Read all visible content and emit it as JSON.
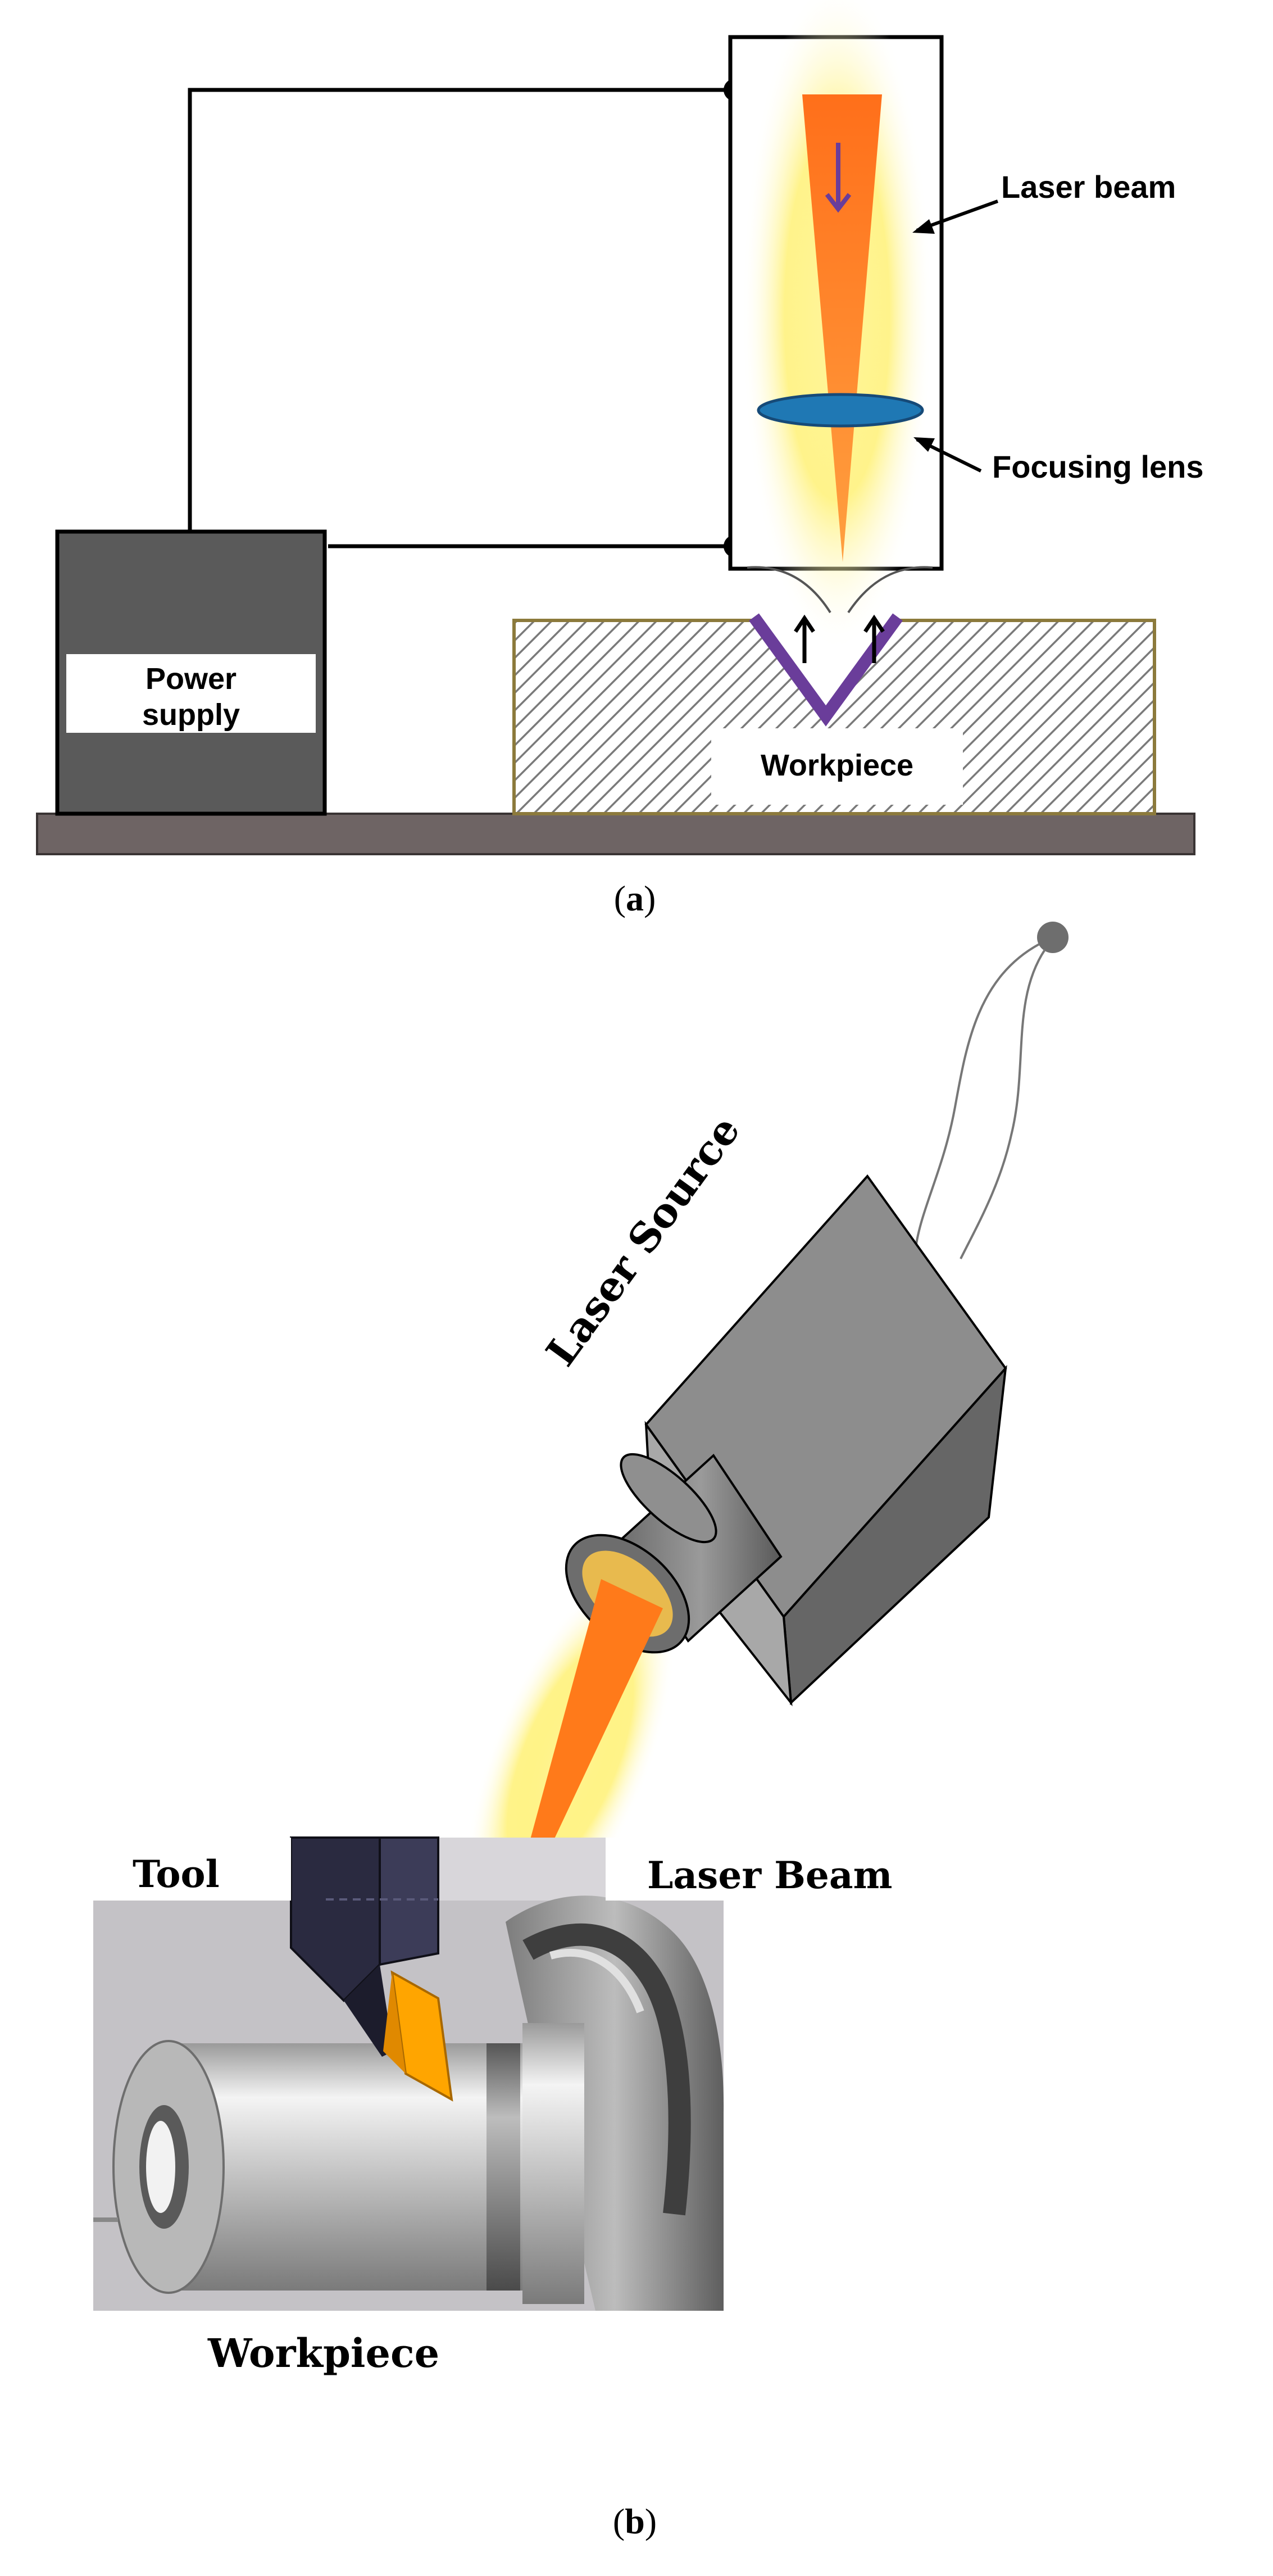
{
  "panel_a": {
    "labels": {
      "laser_beam": "Laser beam",
      "focusing_lens": "Focusing lens",
      "power_supply_line1": "Power",
      "power_supply_line2": "supply",
      "workpiece": "Workpiece"
    },
    "caption_open": "(",
    "caption_letter": "a",
    "caption_close": ")"
  },
  "panel_b": {
    "labels": {
      "laser_source": "Laser Source",
      "tool": "Tool",
      "laser_beam": "Laser Beam",
      "workpiece": "Workpiece"
    },
    "caption_open": "(",
    "caption_letter": "b",
    "caption_close": ")"
  },
  "colors": {
    "beam_orange": "#ff7a1a",
    "beam_glow": "#fff176",
    "lens_blue": "#1f78b4",
    "groove_purple": "#6a3d9a",
    "power_supply_gray": "#5a5a5a",
    "insert_amber": "#ffa500",
    "tool_holder_navy": "#2a2a40"
  }
}
